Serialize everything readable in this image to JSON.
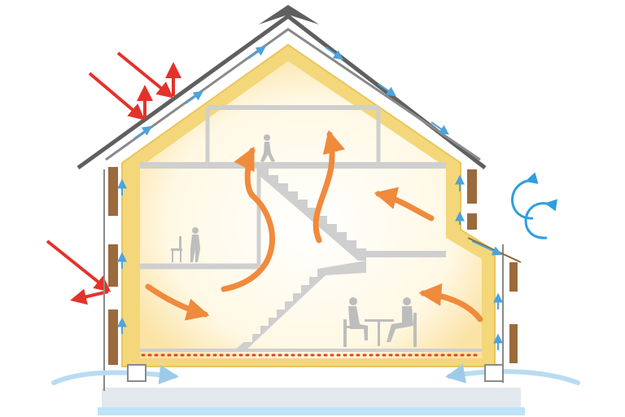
{
  "diagram": {
    "type": "house-cross-section",
    "has_text": false,
    "colors": {
      "background": "#ffffff",
      "roof": "#5f5f5f",
      "insulation": "#f3d77a",
      "insulation_inner": "#fbefbf",
      "interior_glow": "#fff3cf",
      "warm_air": "#f08a3c",
      "sun_rays": "#e2332b",
      "air_flow": "#4da3dc",
      "outside_wind": "#2e9ee0",
      "ground_air": "#b9dcf2",
      "structure": "#cfcfcf",
      "people": "#bdbdbd",
      "wall_vent_wood": "#9b6a3d",
      "floor_heating": "#e0451f",
      "foundation": "#e3e8ee",
      "water": "#bfe3f7"
    },
    "icons": {
      "sun_rays": "sun-ray-arrows",
      "warm_air": "rising-warm-air-arrows",
      "ventilation": "ventilation-arrows",
      "wind": "wind-swirl-icon",
      "people": "people-silhouettes"
    }
  }
}
